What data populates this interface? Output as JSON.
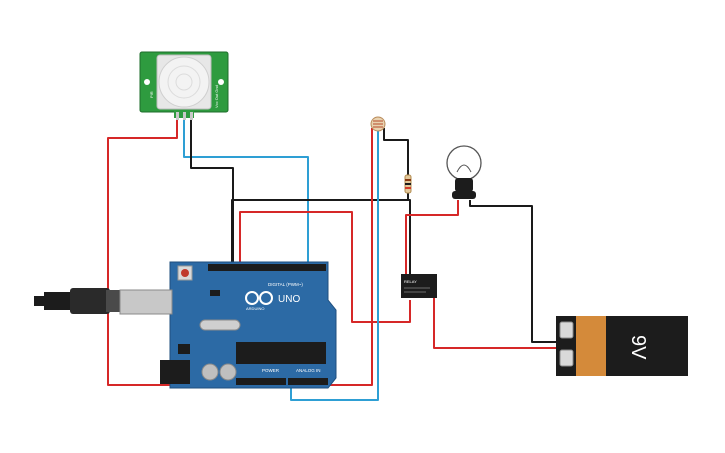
{
  "diagram": {
    "pir_sensor": {
      "side_text_left": "PIR",
      "side_text_right": "Vcc Out Gnd"
    },
    "arduino": {
      "brand": "ARDUINO",
      "model": "UNO",
      "header_digital": "DIGITAL (PWM~)",
      "header_power": "POWER",
      "header_analog": "ANALOG IN"
    },
    "relay": {
      "label": "RELAY"
    },
    "battery": {
      "label": "9V"
    },
    "colors": {
      "wire_red": "#d62828",
      "wire_black": "#1a1a1a",
      "wire_blue": "#2e9fd4",
      "board_blue": "#2c6aa5",
      "pir_green": "#2e9b3f",
      "battery_orange": "#d48a3a",
      "battery_black": "#1c1c1c"
    }
  }
}
